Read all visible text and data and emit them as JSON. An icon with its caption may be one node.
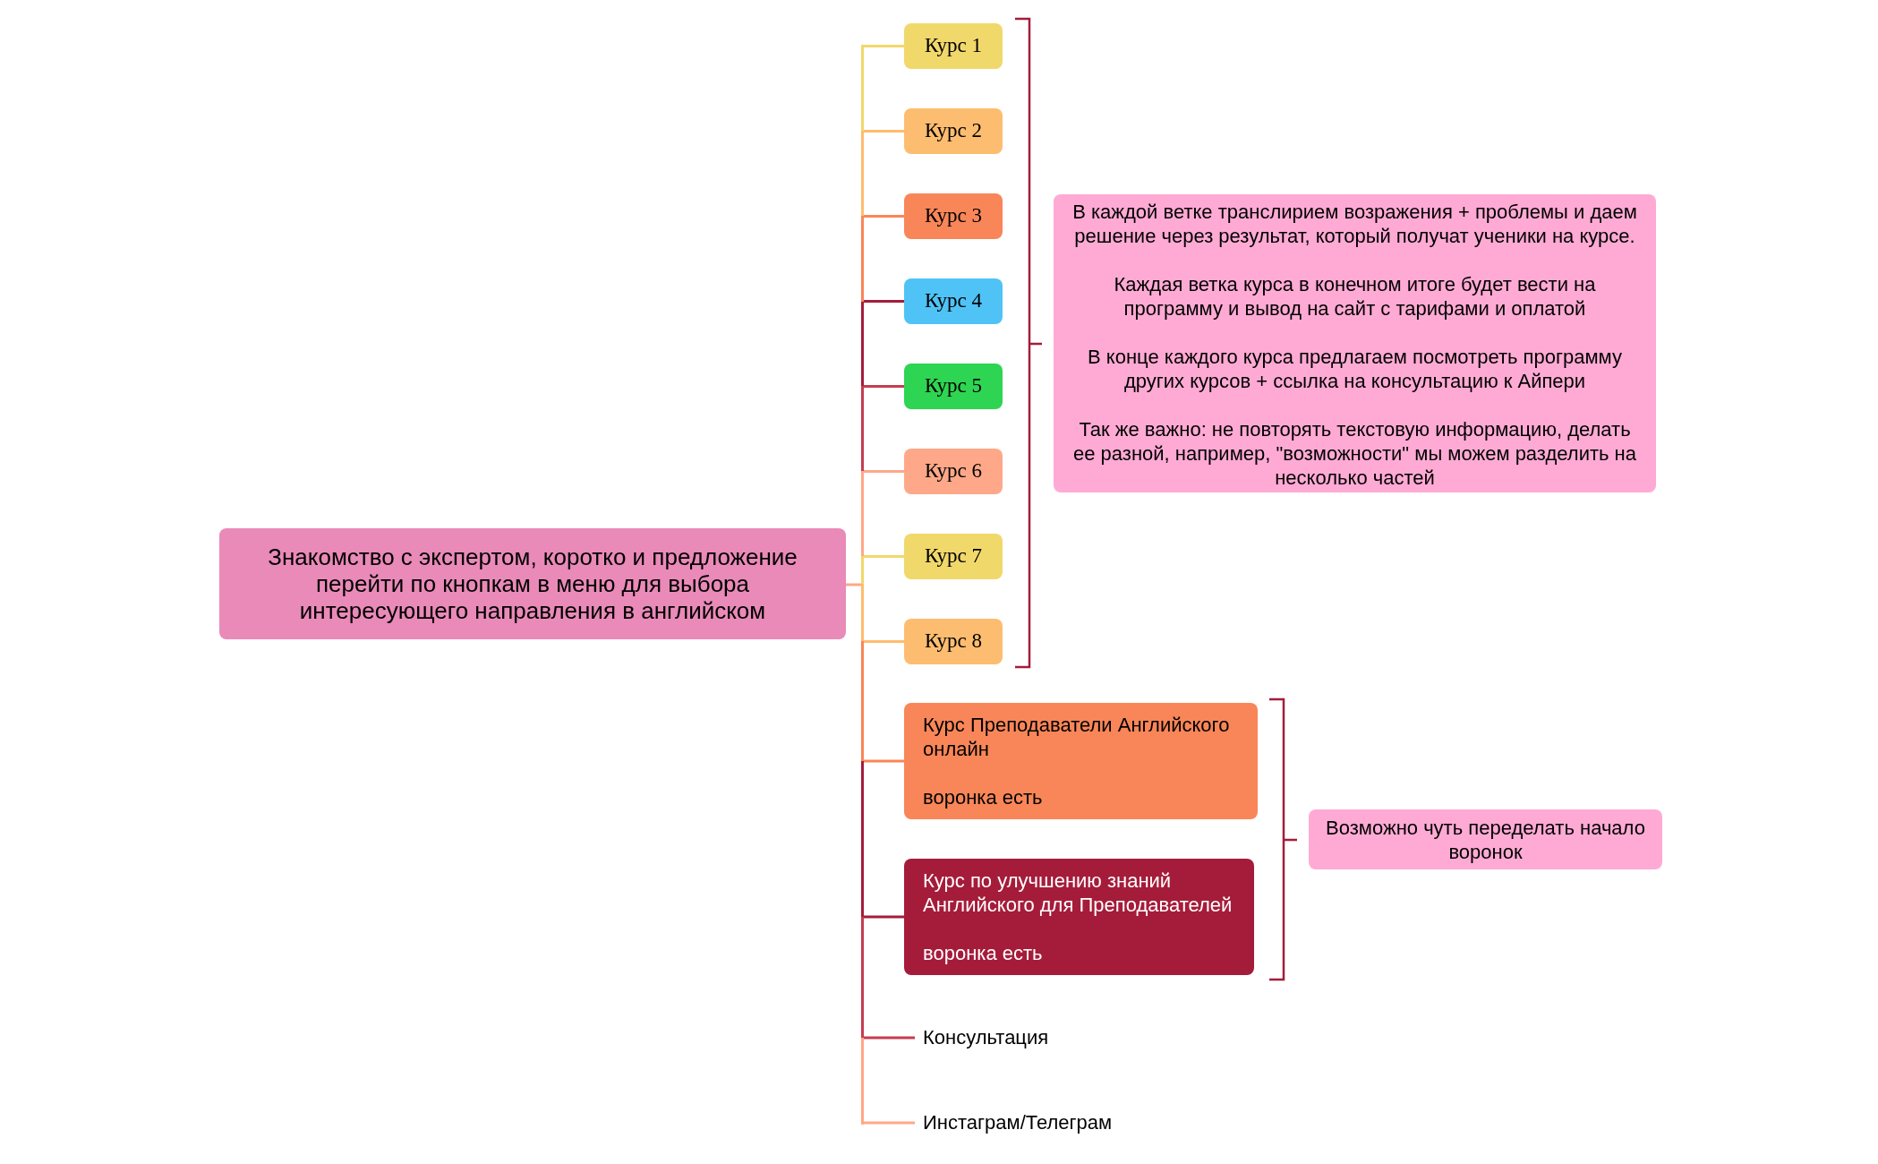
{
  "diagram": {
    "nodes": [
      {
        "text": [
          "Знакомство с экспертом, коротко и предложение перейти по кнопкам в меню для выбора интересующего направления в английском"
        ]
      },
      {
        "text": [],
        "shape": "bar"
      },
      {
        "text": [
          "Курс 1"
        ]
      },
      {
        "text": [
          "Курс 2"
        ]
      },
      {
        "text": [
          "Курс 3"
        ]
      },
      {
        "text": [
          "Курс 4"
        ]
      },
      {
        "text": [
          "Курс 5"
        ]
      },
      {
        "text": [
          "Курс 6"
        ]
      },
      {
        "text": [
          "Курс 7"
        ]
      },
      {
        "text": [
          "Курс 8"
        ]
      },
      {
        "text": [
          "Курс Преподаватели Английского онлайн",
          "воронка есть"
        ]
      },
      {
        "text": [
          "Курс по улучшению знаний Английского для Преподавателей",
          "воронка есть"
        ]
      },
      {
        "text": [
          "Консультация"
        ]
      },
      {
        "text": [
          "Инстаграм/Телеграм"
        ]
      },
      {
        "text": [
          "В каждой ветке транслирием возражения + проблемы и даем решение через результат, который получат ученики на курсе.",
          "Каждая ветка курса в конечном итоге будет вести на программу и вывод на сайт с тарифами и оплатой",
          "В конце каждого курса предлагаем посмотреть программу других курсов + ссылка на консультацию к Айпери",
          "Так же важно: не повторять текстовую информацию, делать ее разной, например, \"возможности\" мы можем разделить на несколько частей"
        ]
      },
      {
        "text": [
          "Возможно чуть переделать начало воронок"
        ]
      }
    ],
    "edges": [
      {
        "from": 0,
        "to": 1,
        "arrow": "none",
        "color": "#ffa889"
      },
      {
        "from": 1,
        "to": 2,
        "arrow": "none",
        "color": "#f1d86b"
      },
      {
        "from": 1,
        "to": 3,
        "arrow": "none",
        "color": "#fdbd70"
      },
      {
        "from": 1,
        "to": 4,
        "arrow": "none",
        "color": "#f98658"
      },
      {
        "from": 1,
        "to": 5,
        "arrow": "none",
        "color": "#a51c3a"
      },
      {
        "from": 1,
        "to": 6,
        "arrow": "none",
        "color": "#c53d50"
      },
      {
        "from": 1,
        "to": 7,
        "arrow": "none",
        "color": "#ffa889"
      },
      {
        "from": 1,
        "to": 8,
        "arrow": "none",
        "color": "#f1d86b"
      },
      {
        "from": 1,
        "to": 9,
        "arrow": "none",
        "color": "#fdbd70"
      },
      {
        "from": 1,
        "to": 10,
        "arrow": "none",
        "color": "#f98658"
      },
      {
        "from": 1,
        "to": 11,
        "arrow": "none",
        "color": "#a51c3a"
      },
      {
        "from": 1,
        "to": 12,
        "arrow": "none",
        "color": "#c53d50"
      },
      {
        "from": 1,
        "to": 13,
        "arrow": "none",
        "color": "#ffa889"
      }
    ]
  }
}
